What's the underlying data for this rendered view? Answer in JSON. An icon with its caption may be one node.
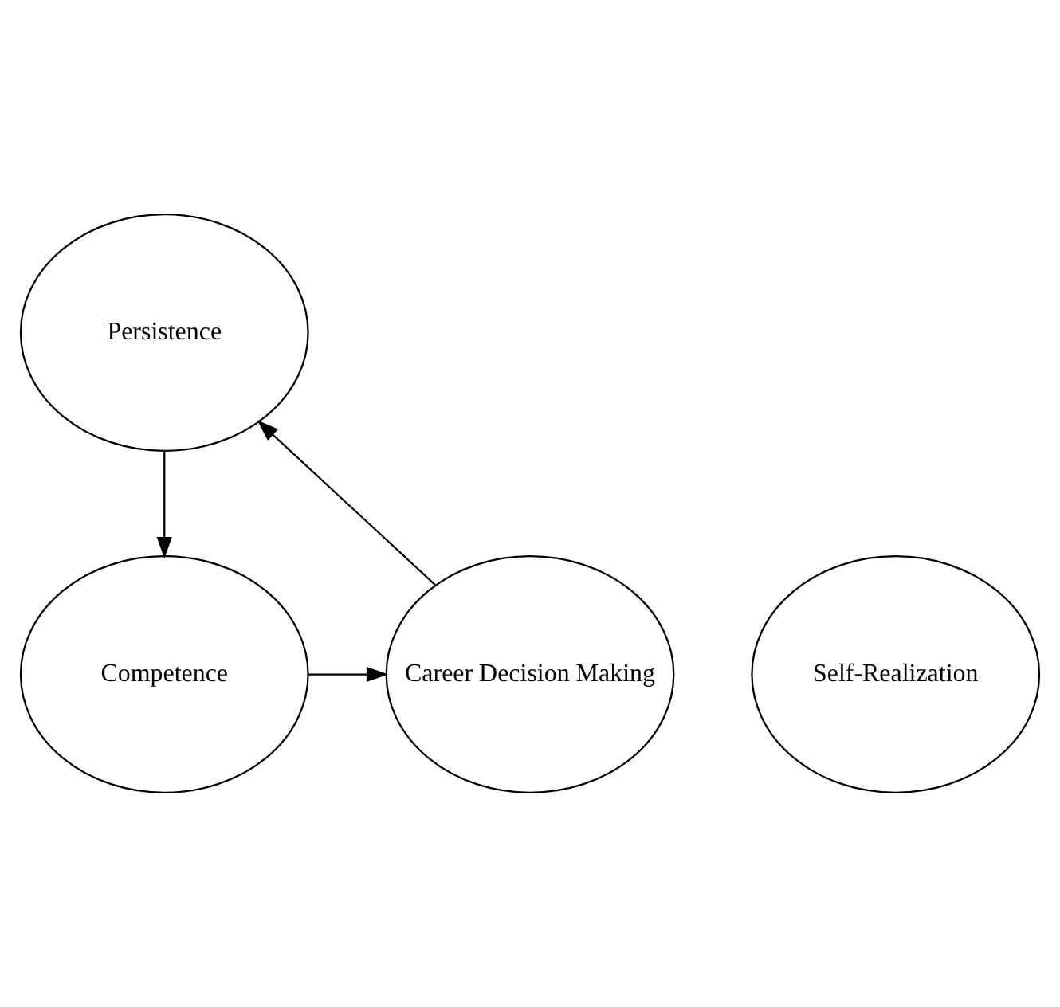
{
  "diagram": {
    "nodes": [
      {
        "text": [
          "Persistence"
        ]
      },
      {
        "text": [
          "Self-Realization"
        ]
      },
      {
        "text": [
          "Competence"
        ]
      },
      {
        "text": [
          "Career Decision Making"
        ]
      }
    ],
    "edges": [
      {
        "from": 3,
        "to": 0,
        "arrow": "to"
      },
      {
        "from": 0,
        "to": 2,
        "arrow": "to"
      },
      {
        "from": 2,
        "to": 3,
        "arrow": "to"
      }
    ]
  }
}
